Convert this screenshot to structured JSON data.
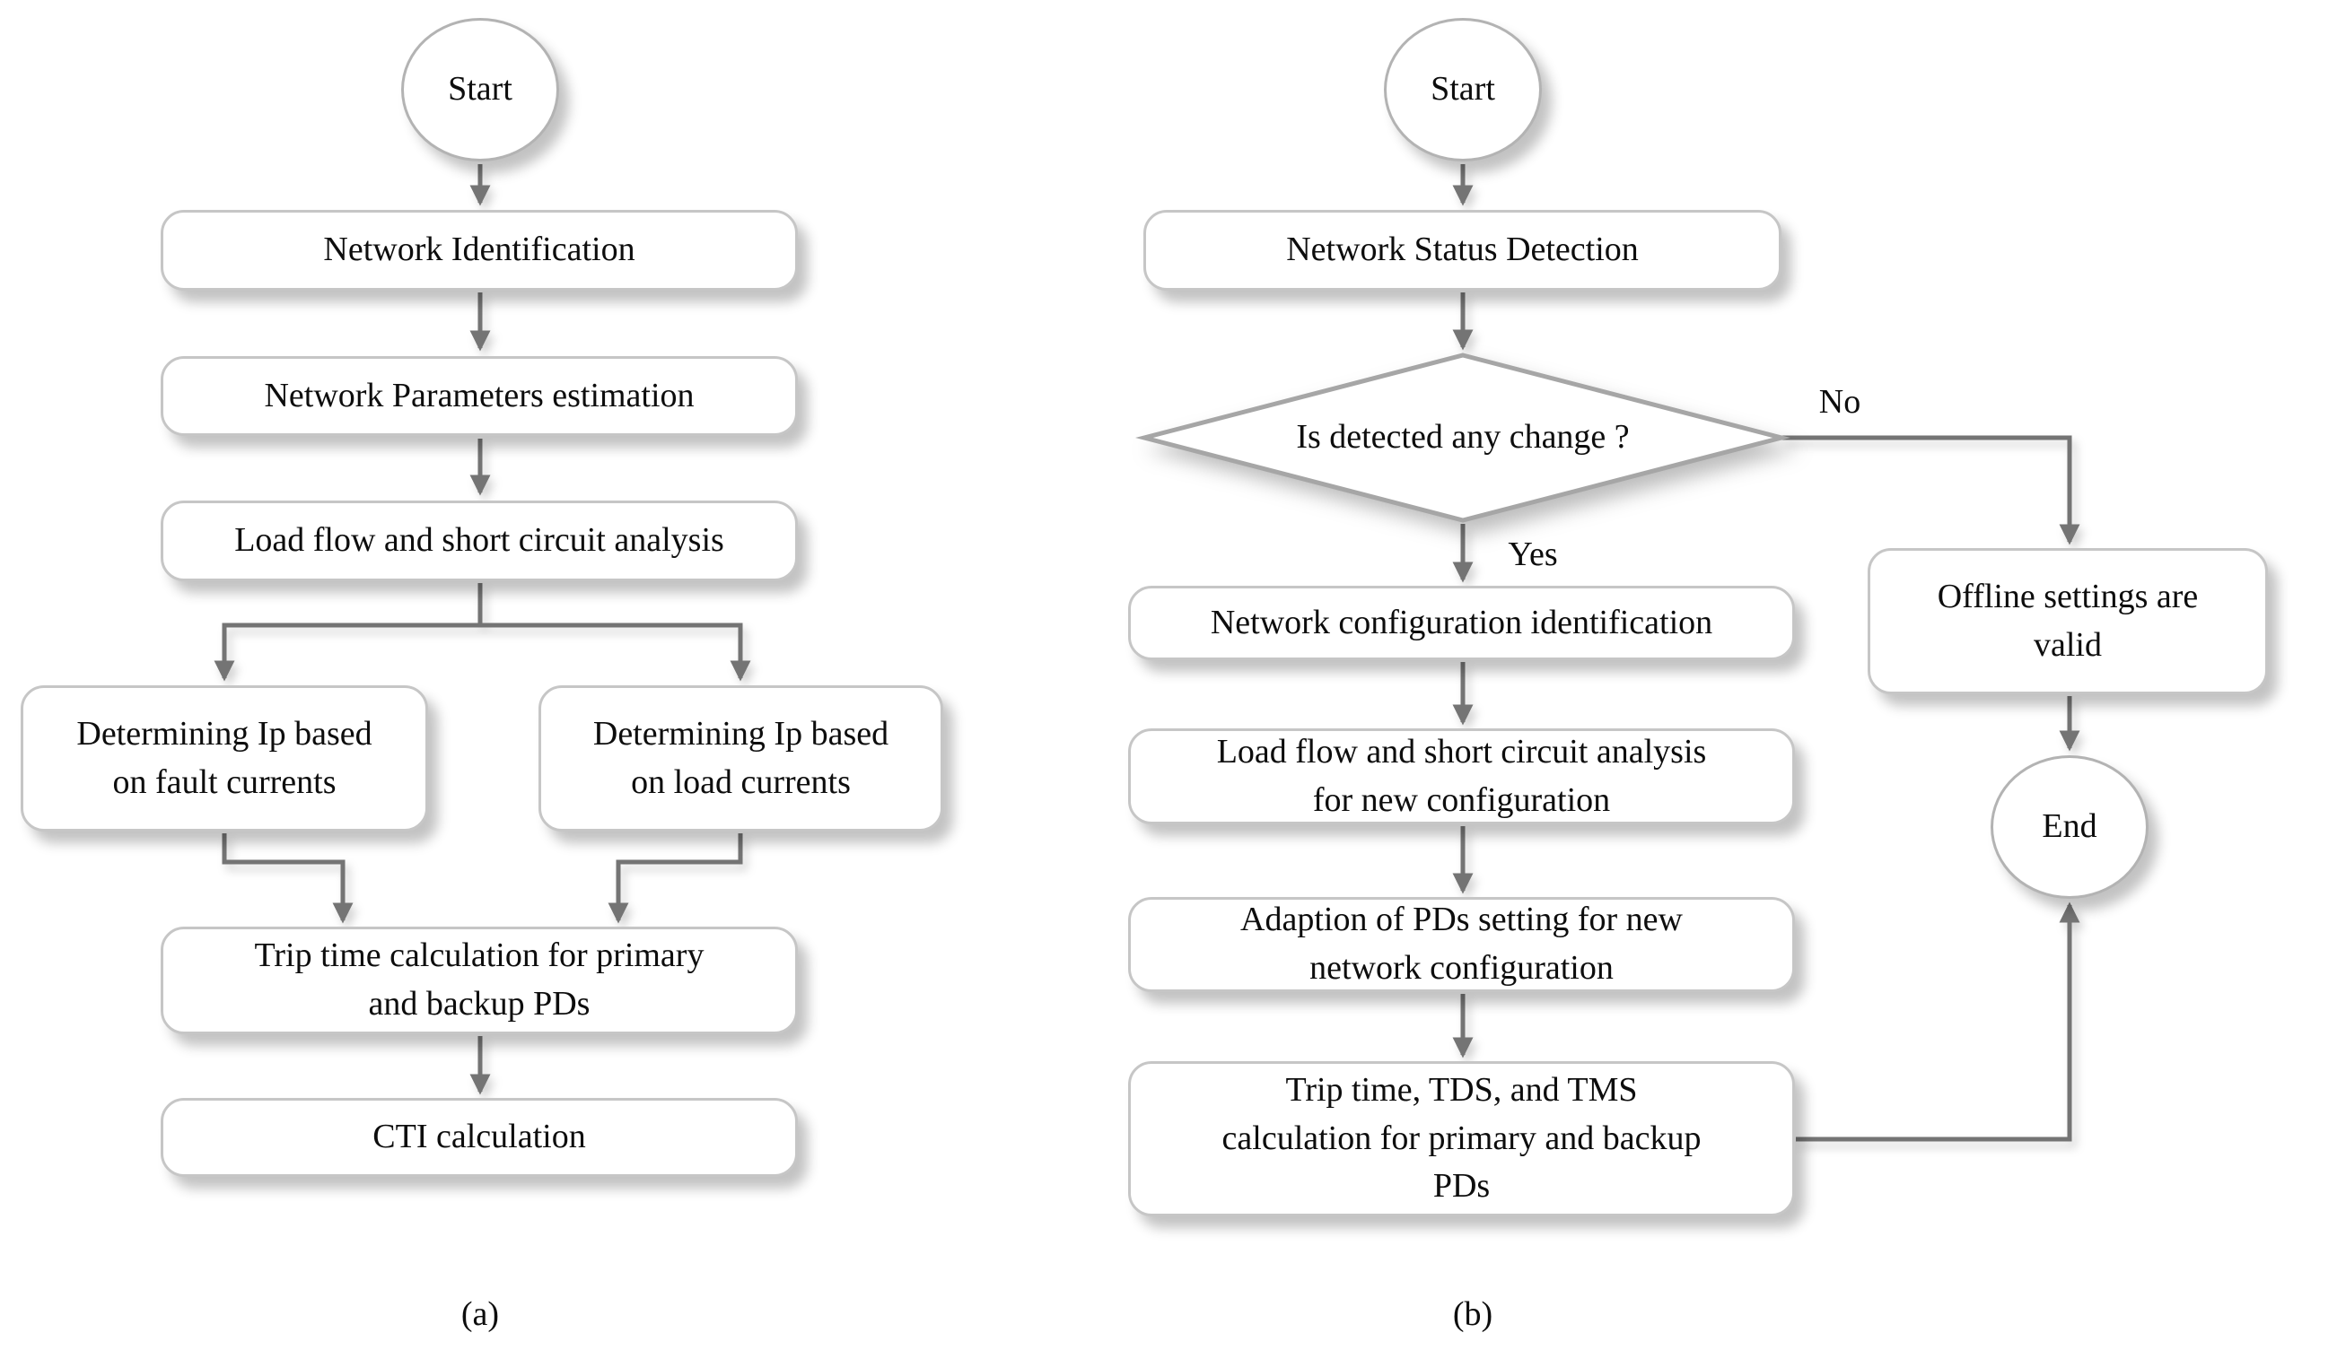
{
  "figure": {
    "captions": {
      "a": "(a)",
      "b": "(b)"
    },
    "colors": {
      "background": "#ffffff",
      "box_border": "#c6c6c6",
      "ellipse_border": "#b3b3b3",
      "diamond_border": "#a6a6a6",
      "arrow": "#747474",
      "text": "#0d0d0d"
    }
  },
  "flowchart_a": {
    "start": "Start",
    "network_identification": "Network Identification",
    "network_parameters_estimation": "Network Parameters estimation",
    "load_flow_short_circuit": "Load flow and short circuit analysis",
    "determining_ip_fault": "Determining Ip based\non fault currents",
    "determining_ip_load": "Determining Ip based\non load currents",
    "trip_time_calc": "Trip time calculation for primary\nand backup PDs",
    "cti_calculation": "CTI calculation"
  },
  "flowchart_b": {
    "start": "Start",
    "network_status_detection": "Network Status Detection",
    "decision_change": "Is detected any change ?",
    "branch_no": "No",
    "branch_yes": "Yes",
    "network_config_identification": "Network configuration identification",
    "load_flow_new_config": "Load flow and short circuit analysis\nfor new configuration",
    "adaption_pds_setting": "Adaption of PDs setting for new\nnetwork configuration",
    "trip_time_tds_tms": "Trip time, TDS, and TMS\ncalculation for primary and backup\nPDs",
    "offline_settings_valid": "Offline settings are\nvalid",
    "end": "End"
  }
}
